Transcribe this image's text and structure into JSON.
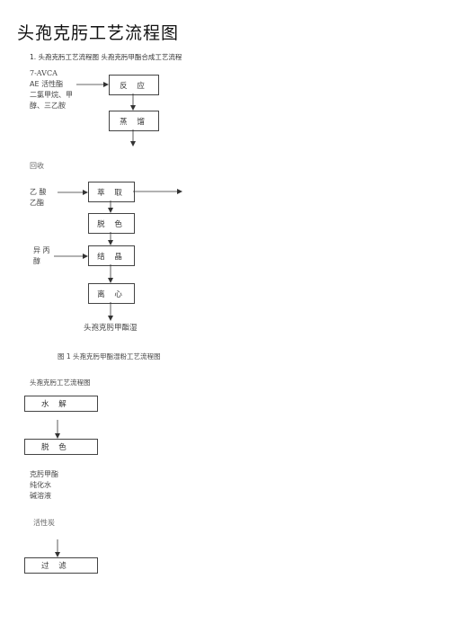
{
  "doc": {
    "title": "头孢克肟工艺流程图",
    "subtitle": "1. 头孢克肟工艺流程图 头孢克肟甲酯合成工艺流程"
  },
  "flow1": {
    "inputs_top": [
      "7-AVCA",
      "AE 活性酯",
      "二氯甲烷、甲",
      "醇、三乙胺"
    ],
    "box_reaction": "反 应",
    "box_distill": "蒸 馏",
    "recycle": "回收",
    "inputs_extract": [
      "乙 酸",
      "乙酯"
    ],
    "box_extract": "萃 取",
    "box_decolor": "脱 色",
    "inputs_crystal": [
      "异 丙",
      "醇"
    ],
    "box_crystal": "结 晶",
    "box_centrifuge": "离 心",
    "product": "头孢克肟甲酯湿",
    "caption": "图 1 头孢克肟甲酯湿粉工艺流程图"
  },
  "flow2": {
    "heading": "头孢克肟工艺流程图",
    "box_hydrolysis": "水 解",
    "box_decolor": "脱 色",
    "inputs_mid": [
      "克肟甲酯",
      "纯化水",
      "碱溶液"
    ],
    "input_carbon": "活性炭",
    "box_filter": "过 滤"
  }
}
